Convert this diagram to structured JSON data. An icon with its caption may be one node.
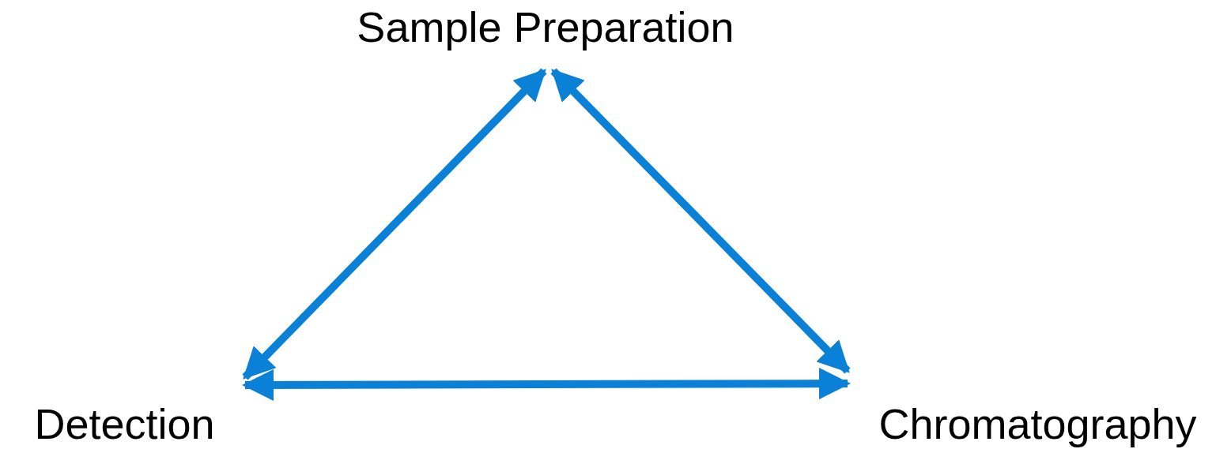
{
  "diagram": {
    "nodes": [
      {
        "text": [
          "Sample Preparation"
        ]
      },
      {
        "text": [
          "Detection"
        ]
      },
      {
        "text": [
          "Chromatography"
        ]
      }
    ],
    "edges": [
      {
        "from": 0,
        "to": 2,
        "arrow": "both"
      },
      {
        "from": 0,
        "to": 1,
        "arrow": "both"
      },
      {
        "from": 1,
        "to": 2,
        "arrow": "both"
      }
    ]
  }
}
